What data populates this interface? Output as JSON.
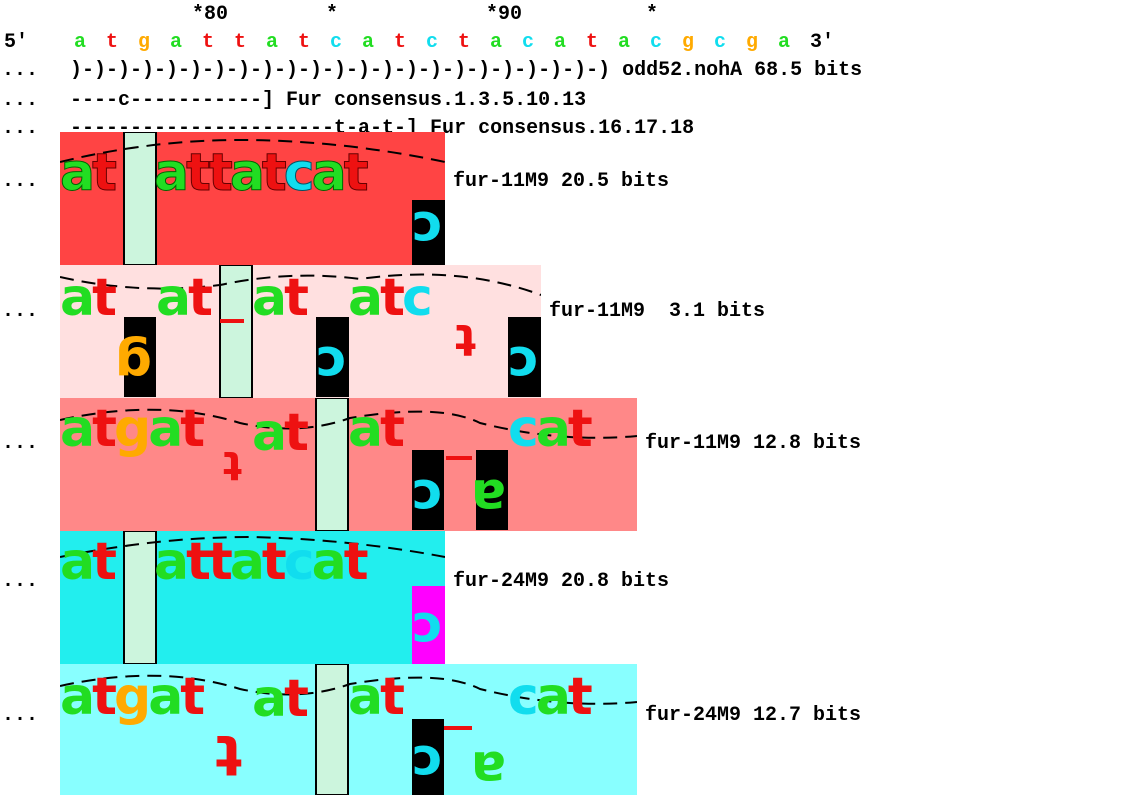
{
  "ruler": {
    "m80": "*80",
    "s1": "*",
    "m90": "*90",
    "s2": "*"
  },
  "sequence": {
    "prefix": "5'",
    "suffix": "3'",
    "bases": [
      "a",
      "t",
      "g",
      "a",
      "t",
      "t",
      "a",
      "t",
      "c",
      "a",
      "t",
      "c",
      "t",
      "a",
      "c",
      "a",
      "t",
      "a",
      "c",
      "g",
      "c",
      "g",
      "a"
    ]
  },
  "colors": {
    "a": "#22dd22",
    "t": "#ee1111",
    "g": "#ffaa00",
    "c": "#11ddee"
  },
  "lines": [
    {
      "prefix": "...",
      "text": ")-)-)-)-)-)-)-)-)-)-)-)-)-)-)-)-)-)-)-)-)-)-) odd52.nohA 68.5 bits"
    },
    {
      "prefix": "...",
      "text": "----c-----------] Fur consensus.1.3.5.10.13"
    },
    {
      "prefix": "...",
      "text": "----------------------t-a-t-] Fur consensus.16.17.18"
    }
  ],
  "panels": [
    {
      "dots": "...",
      "label": "fur-11M9 20.5 bits",
      "bg": "#ff4444"
    },
    {
      "dots": "...",
      "label": "fur-11M9  3.1 bits",
      "bg": "#ffe0e0"
    },
    {
      "dots": "...",
      "label": "fur-11M9 12.8 bits",
      "bg": "#ff8888"
    },
    {
      "dots": "...",
      "label": "fur-24M9 20.8 bits",
      "bg": "#22eeee"
    },
    {
      "dots": "...",
      "label": "fur-24M9 12.7 bits",
      "bg": "#88ffff"
    }
  ],
  "glyphs": {
    "p0": "at attatcat",
    "p1": [
      "at",
      "at",
      "at",
      "atc"
    ],
    "p2": [
      "atgat",
      "at",
      "at",
      "cat"
    ],
    "p3": "at attatcat",
    "p4": [
      "atgat",
      "at",
      "at",
      "cat"
    ]
  }
}
